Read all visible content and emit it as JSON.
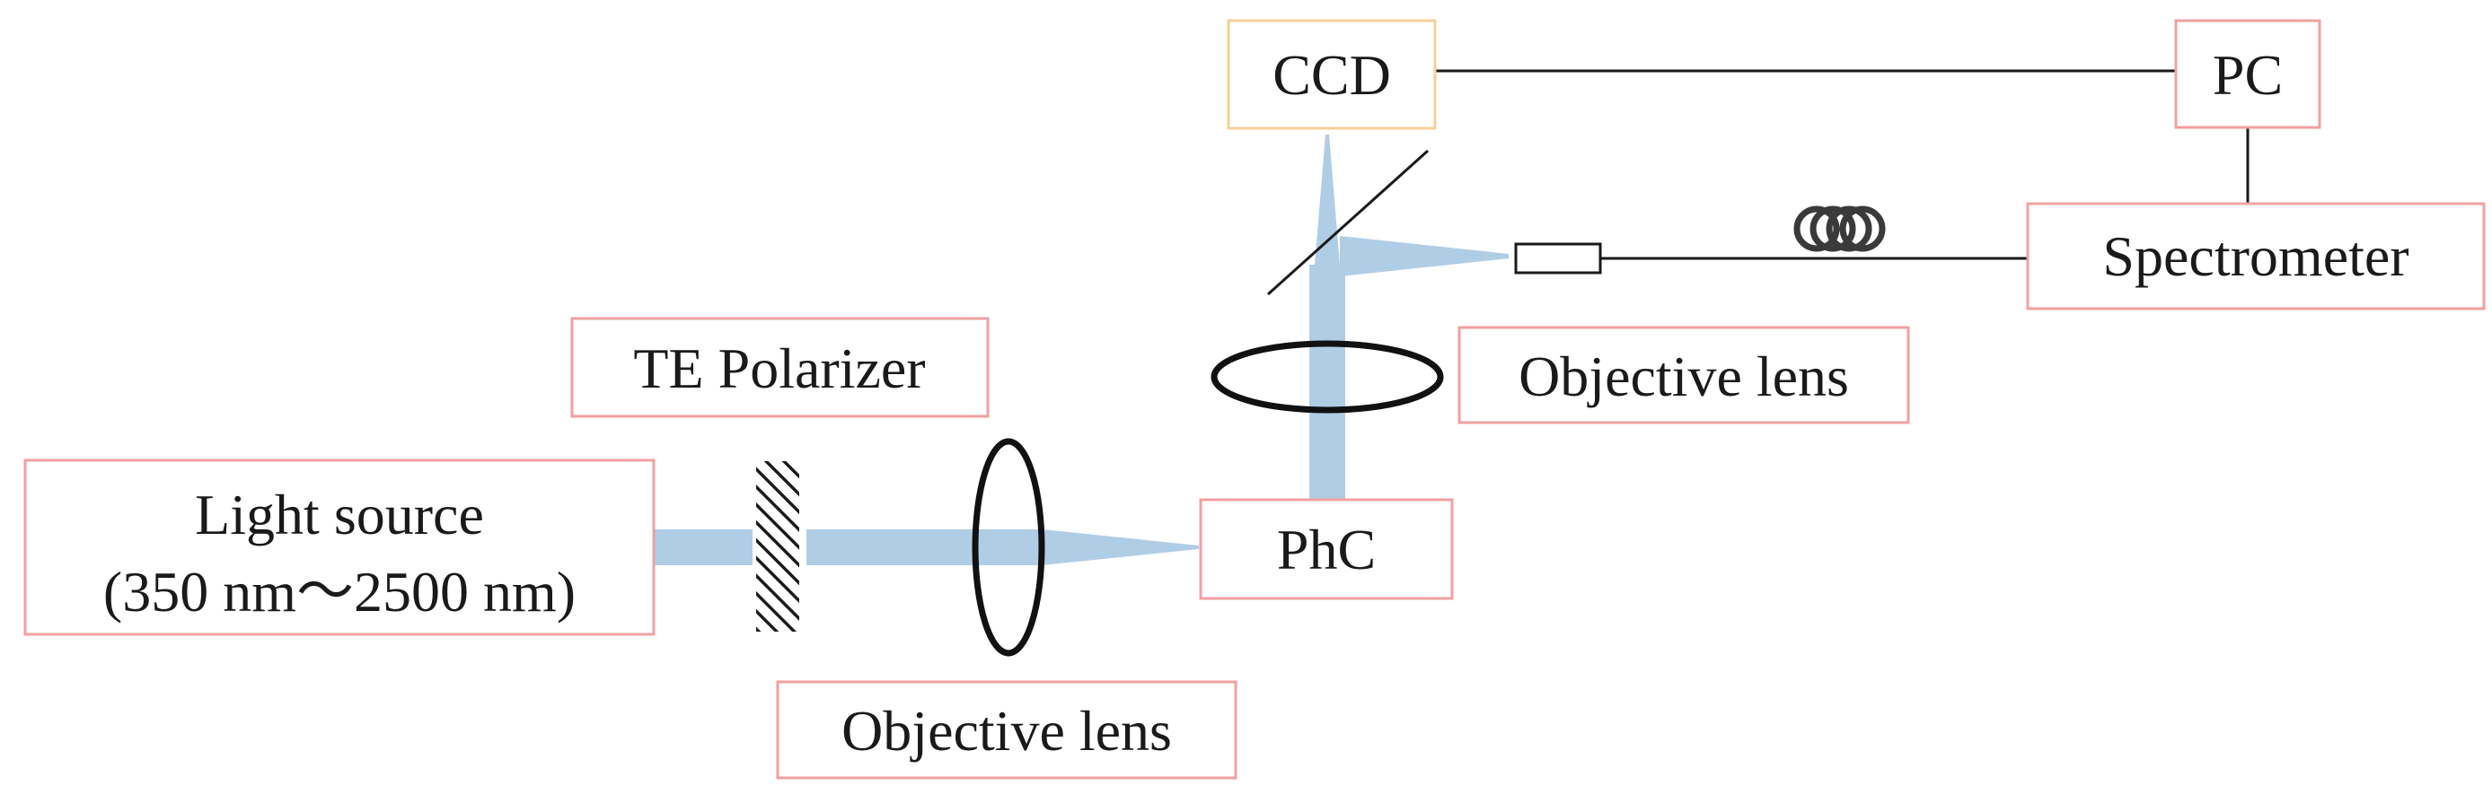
{
  "labels": {
    "light_source_line1": "Light source",
    "light_source_line2": "(350 nm〜2500 nm)",
    "te_polarizer": "TE Polarizer",
    "objective_lens_bottom": "Objective lens",
    "phc": "PhC",
    "objective_lens_right": "Objective lens",
    "ccd": "CCD",
    "pc": "PC",
    "spectrometer": "Spectrometer"
  },
  "colors": {
    "box_border": "#f2a0a0",
    "ccd_border": "#f7cf9a",
    "beam": "#b0cde6",
    "line": "#1a1a1a"
  }
}
